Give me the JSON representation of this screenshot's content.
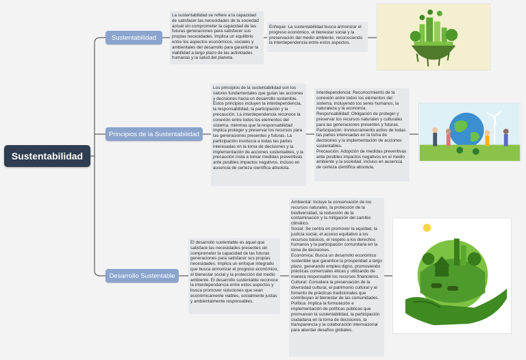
{
  "root": {
    "label": "Sustentabilidad"
  },
  "branches": [
    {
      "label": "Sustentabilidad",
      "note1": "La sustentabilidad se refiere a la capacidad de satisfacer las necesidades de la sociedad actual sin comprometer la capacidad de las futuras generaciones para satisfacer sus propias necesidades. Implica un equilibrio entre los aspectos económicos, sociales y ambientales del desarrollo para garantizar la viabilidad a largo plazo de las actividades humanas y la salud del planeta.",
      "note2": [
        "Enfoque: La sustentabilidad busca armonizar el progreso económico, el bienestar social y la preservación del medio ambiente, reconociendo la interdependencia entre estos aspectos."
      ],
      "image_icon": "green-city-island-icon"
    },
    {
      "label": "Principios de la Sustentabilidad",
      "note1": "Los principios de la sustentabilidad son los valores fundamentales que guían las acciones y decisiones hacia un desarrollo sostenible. Estos principios incluyen la interdependencia, la responsabilidad, la participación y la precaución. La interdependencia reconoce la conexión entre todos los elementos del sistema, mientras que la responsabilidad implica proteger y preservar los recursos para las generaciones presentes y futuras. La participación involucra a todas las partes interesadas en la toma de decisiones y la implementación de acciones sustentables, y la precaución insta a tomar medidas preventivas ante posibles impactos negativos, incluso en ausencia de certeza científica absoluta.",
      "note2": [
        "Interdependencia: Reconocimiento de la conexión entre todos los elementos del sistema, incluyendo los seres humanos, la naturaleza y la economía.",
        "Responsabilidad: Obligación de proteger y preservar los recursos naturales y culturales para las generaciones presentes y futuras.",
        "Participación: Involucramiento activo de todas las partes interesadas en la toma de decisiones y la implementación de acciones sustentables.",
        "Precaución: Adopción de medidas preventivas ante posibles impactos negativos en el medio ambiente y la sociedad, incluso en ausencia de certeza científica absoluta."
      ],
      "image_icon": "people-planting-earth-icon"
    },
    {
      "label": "Desarrollo Sustentable",
      "note1": "El desarrollo sustentable es aquel que satisface las necesidades presentes sin comprometer la capacidad de las futuras generaciones para satisfacer sus propias necesidades. Implica un enfoque integrado que busca armonizar el progreso económico, el bienestar social y la protección del medio ambiente. El desarrollo sustentable reconoce la interdependencia entre estos aspectos y busca promover soluciones que sean económicamente viables, socialmente justas y ambientalmente responsables.",
      "note2": [
        "Ambiental: Incluye la conservación de los recursos naturales, la protección de la biodiversidad, la reducción de la contaminación y la mitigación del cambio climático.",
        "Social: Se centra en promover la equidad, la justicia social, el acceso equitativo a los recursos básicos, el respeto a los derechos humanos y la participación comunitaria en la toma de decisiones.",
        "Económica: Busca un desarrollo económico sostenible que garantice la prosperidad a largo plazo, generando empleo digno, promoviendo prácticas comerciales éticas y utilizando de manera responsable los recursos financieros.",
        "Cultural: Considera la preservación de la diversidad cultural, el patrimonio cultural y el fomento de prácticas tradicionales que contribuyan al bienestar de las comunidades.",
        "Política: Implica la formulación e implementación de políticas públicas que promuevan la sustentabilidad, la participación ciudadana en la toma de decisiones, la transparencia y la colaboración internacional para abordar desafíos globales."
      ],
      "image_icon": "hand-holding-green-world-icon"
    }
  ],
  "colors": {
    "root": "#2e3d4f",
    "branch": "#8aa4cd",
    "note": "#e6e8ec",
    "line": "#3a3a3a"
  }
}
